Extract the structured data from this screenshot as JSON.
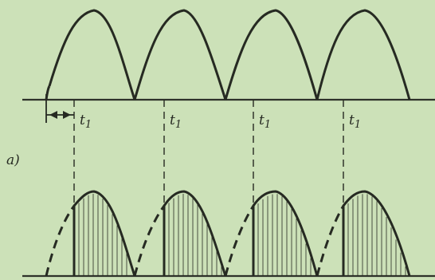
{
  "colors": {
    "background": "#cce1b8",
    "ink": "#262a22",
    "axis": "#2e322a"
  },
  "figure": {
    "panel_label": "a)",
    "delay_labels": [
      "t1",
      "t1",
      "t1",
      "t1"
    ]
  }
}
